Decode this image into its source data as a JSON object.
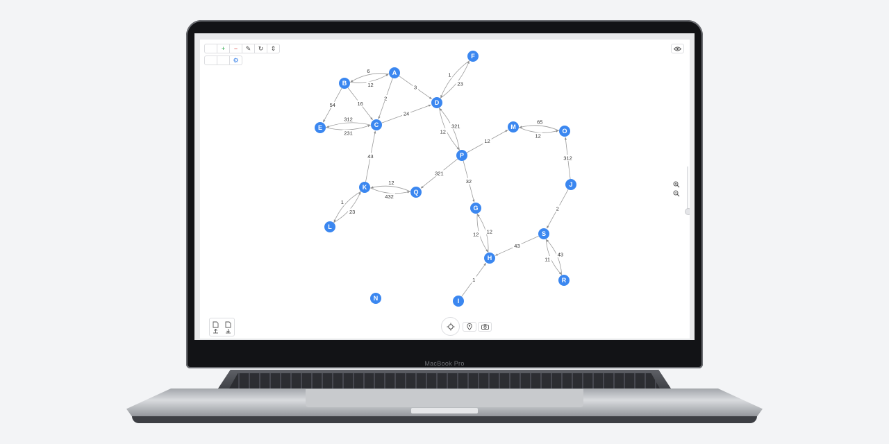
{
  "device": {
    "brand_label": "MacBook Pro"
  },
  "toolbar": {
    "row1": [
      {
        "name": "blank-button",
        "glyph": ""
      },
      {
        "name": "add-node-button",
        "glyph": "+"
      },
      {
        "name": "remove-node-button",
        "glyph": "−"
      },
      {
        "name": "edit-button",
        "glyph": "✎"
      },
      {
        "name": "refresh-button",
        "glyph": "↻"
      },
      {
        "name": "split-button",
        "glyph": "⇕"
      }
    ],
    "row2": [
      {
        "name": "blank-button-1",
        "glyph": ""
      },
      {
        "name": "blank-button-2",
        "glyph": ""
      },
      {
        "name": "layout-button",
        "glyph": "⚙"
      }
    ]
  },
  "graph": {
    "node_color": "#3b87f0",
    "nodes": [
      "A",
      "B",
      "C",
      "D",
      "E",
      "F",
      "G",
      "H",
      "I",
      "J",
      "K",
      "L",
      "M",
      "N",
      "O",
      "P",
      "Q",
      "R",
      "S"
    ],
    "edges": [
      {
        "from": "A",
        "to": "B",
        "label": "6"
      },
      {
        "from": "B",
        "to": "A",
        "label": "12"
      },
      {
        "from": "A",
        "to": "D",
        "label": "3"
      },
      {
        "from": "A",
        "to": "C",
        "label": "2"
      },
      {
        "from": "B",
        "to": "C",
        "label": "16"
      },
      {
        "from": "B",
        "to": "E",
        "label": "54"
      },
      {
        "from": "C",
        "to": "E",
        "label": "312"
      },
      {
        "from": "E",
        "to": "C",
        "label": "231"
      },
      {
        "from": "C",
        "to": "D",
        "label": "24"
      },
      {
        "from": "D",
        "to": "F",
        "label": "23"
      },
      {
        "from": "F",
        "to": "D",
        "label": "1"
      },
      {
        "from": "D",
        "to": "P",
        "label": "12"
      },
      {
        "from": "P",
        "to": "D",
        "label": "321"
      },
      {
        "from": "P",
        "to": "M",
        "label": "12"
      },
      {
        "from": "O",
        "to": "M",
        "label": "65"
      },
      {
        "from": "M",
        "to": "O",
        "label": "12"
      },
      {
        "from": "J",
        "to": "O",
        "label": "312"
      },
      {
        "from": "K",
        "to": "C",
        "label": "43"
      },
      {
        "from": "Q",
        "to": "K",
        "label": "12"
      },
      {
        "from": "K",
        "to": "Q",
        "label": "432"
      },
      {
        "from": "P",
        "to": "Q",
        "label": "321"
      },
      {
        "from": "P",
        "to": "G",
        "label": "32"
      },
      {
        "from": "K",
        "to": "L",
        "label": "1"
      },
      {
        "from": "L",
        "to": "K",
        "label": "23"
      },
      {
        "from": "G",
        "to": "H",
        "label": "12"
      },
      {
        "from": "H",
        "to": "G",
        "label": "12"
      },
      {
        "from": "S",
        "to": "H",
        "label": "43"
      },
      {
        "from": "J",
        "to": "S",
        "label": "2"
      },
      {
        "from": "S",
        "to": "R",
        "label": "11"
      },
      {
        "from": "R",
        "to": "S",
        "label": "43"
      },
      {
        "from": "I",
        "to": "H",
        "label": "1"
      }
    ]
  },
  "icons": {
    "eye": "eye-icon",
    "zoom_in": "zoom-in-icon",
    "zoom_out": "zoom-out-icon",
    "import": "file-import-icon",
    "export": "file-export-icon",
    "center": "center-icon",
    "location": "location-icon",
    "camera": "camera-icon"
  }
}
